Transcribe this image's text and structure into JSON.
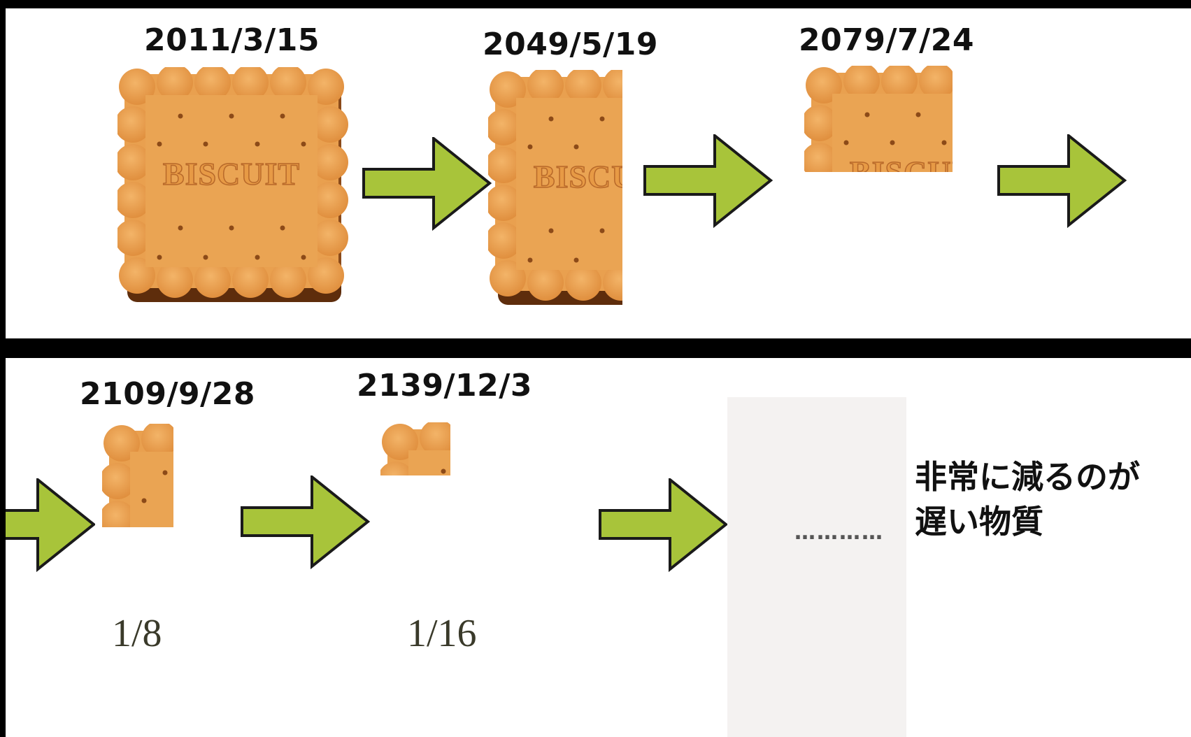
{
  "timeline": {
    "steps": [
      {
        "date": "2011/3/15"
      },
      {
        "date": "2049/5/19"
      },
      {
        "date": "2079/7/24"
      },
      {
        "date": "2109/9/28",
        "fraction": "1/8"
      },
      {
        "date": "2139/12/3",
        "fraction": "1/16"
      }
    ],
    "remaining_fraction": [
      1,
      0.5,
      0.25,
      0.125,
      0.0625
    ]
  },
  "biscuit": {
    "imprint": "BISCUIT",
    "color": "#e9a04f",
    "shadow_color": "#7a3d12"
  },
  "arrow_color": "#a8c43a",
  "ellipsis": "…………",
  "note": {
    "line1": "非常に減るのが",
    "line2": "遅い物質"
  }
}
